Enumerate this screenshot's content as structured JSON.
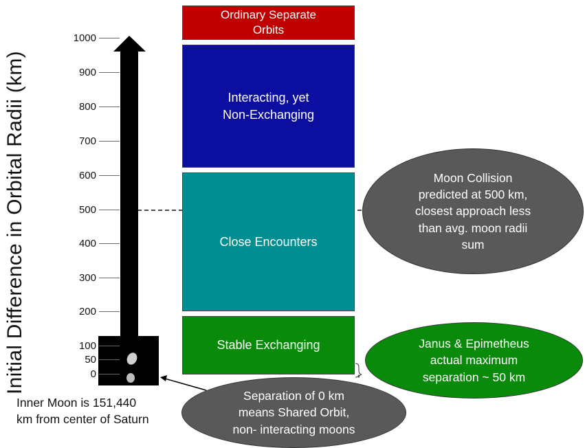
{
  "axis": {
    "label": "Initial Difference in Orbital Radii (km)",
    "ticks": [
      "1000",
      "900",
      "800",
      "700",
      "600",
      "500",
      "400",
      "300",
      "200",
      "100",
      "50",
      "0"
    ]
  },
  "regions": [
    {
      "label": "Ordinary Separate\nOrbits",
      "color": "#c00000"
    },
    {
      "label": "Interacting, yet\nNon-Exchanging",
      "color": "#0b0e9f"
    },
    {
      "label": "Close Encounters",
      "color": "#008e92"
    },
    {
      "label": "Stable Exchanging",
      "color": "#0a8a0a"
    }
  ],
  "callouts": {
    "collision": {
      "text": "Moon Collision\npredicted at 500 km,\nclosest approach less\nthan  avg. moon radii\nsum",
      "color": "#595959"
    },
    "janus": {
      "text": "Janus & Epimetheus\nactual maximum\nseparation ~ 50 km",
      "color": "#0a8a0a"
    },
    "shared": {
      "text": "Separation of 0 km\nmeans Shared Orbit,\nnon- interacting moons",
      "color": "#595959"
    }
  },
  "inner_moon_caption": "Inner Moon is 151,440\nkm from center of Saturn"
}
